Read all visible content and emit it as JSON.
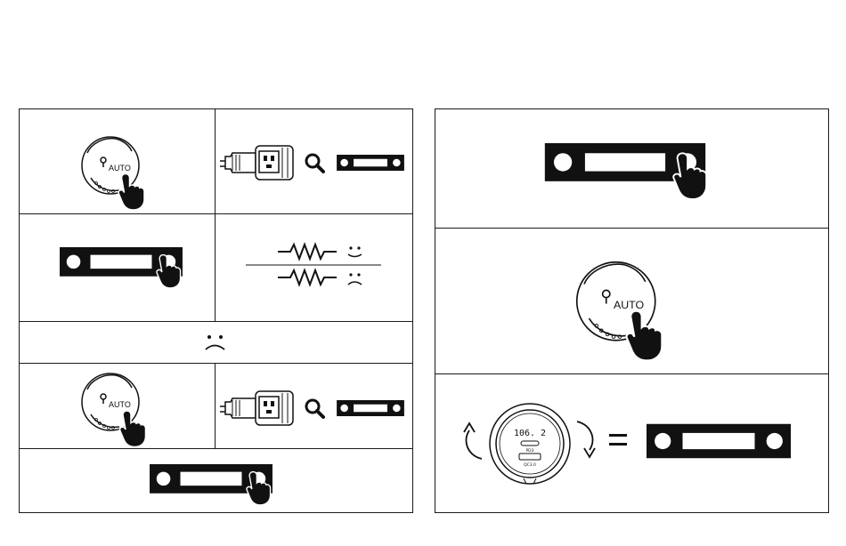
{
  "device_button": {
    "label": "AUTO"
  },
  "charger_display": {
    "frequency": "106. 2",
    "port_label_1": "PD3",
    "port_label_2": "QC3.0"
  },
  "colors": {
    "ink": "#1a1a1a",
    "paper": "#ffffff"
  },
  "icons": {
    "search": "magnifier-icon",
    "happy": "smiley-icon",
    "sad": "frown-icon",
    "rotate_left": "rotate-ccw-icon",
    "rotate_right": "rotate-cw-icon",
    "equals": "equals-icon"
  }
}
